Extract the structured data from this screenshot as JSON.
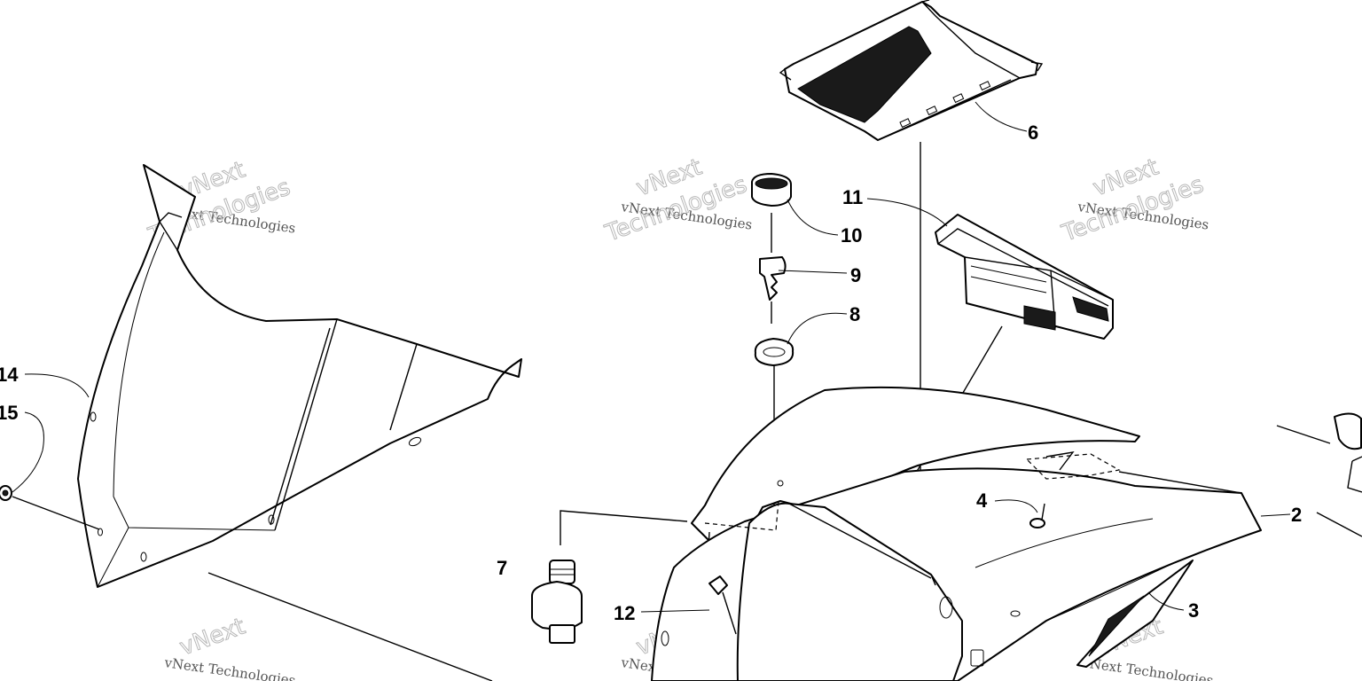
{
  "callouts": {
    "c1": "2",
    "c2": "3",
    "c3": "4",
    "c4": "6",
    "c5": "7",
    "c6": "8",
    "c7": "9",
    "c8": "10",
    "c9": "11",
    "c10": "12",
    "c11": "14",
    "c12": "15"
  },
  "watermark": {
    "line1": "vNext Technologies",
    "line2": "vNext",
    "line3": "Technologies"
  },
  "colors": {
    "ink": "#000000",
    "paper": "#ffffff",
    "watermark": "#b8b8b8"
  }
}
